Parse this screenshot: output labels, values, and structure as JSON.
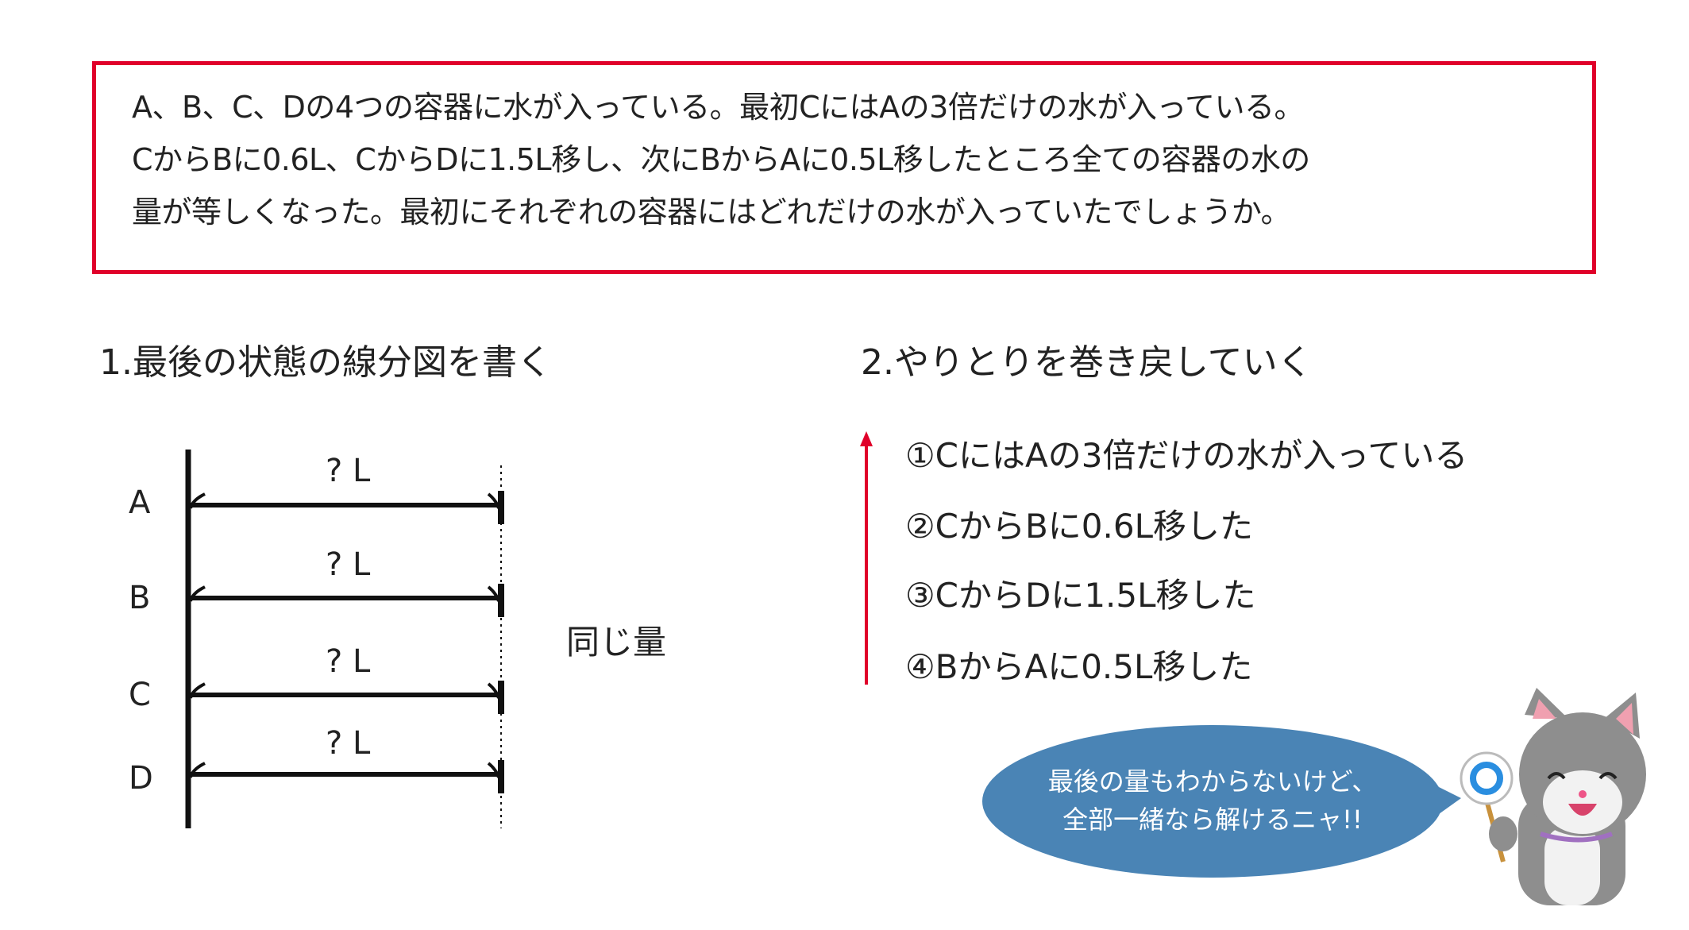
{
  "problem": {
    "lines": [
      "A、B、C、Dの4つの容器に水が入っている。最初CにはAの3倍だけの水が入っている。",
      "CからBに0.6L、CからDに1.5L移し、次にBからAに0.5L移したところ全ての容器の水の",
      "量が等しくなった。最初にそれぞれの容器にはどれだけの水が入っていたでしょうか。"
    ]
  },
  "section1": {
    "heading": "1.最後の状態の線分図を書く",
    "containers": [
      {
        "label": "A",
        "amount": "? L"
      },
      {
        "label": "B",
        "amount": "? L"
      },
      {
        "label": "C",
        "amount": "? L"
      },
      {
        "label": "D",
        "amount": "? L"
      }
    ],
    "equal_label": "同じ量"
  },
  "section2": {
    "heading": "2.やりとりを巻き戻していく",
    "steps": [
      "①CにはAの3倍だけの水が入っている",
      "②CからBに0.6L移した",
      "③CからDに1.5L移した",
      "④BからAに0.5L移した"
    ]
  },
  "speech": {
    "lines": [
      "最後の量もわからないけど、",
      "全部一緒なら解けるニャ!!"
    ]
  },
  "colors": {
    "accent": "#e0002a",
    "bubble": "#4a84b5",
    "cat": "#8e8e8e"
  }
}
